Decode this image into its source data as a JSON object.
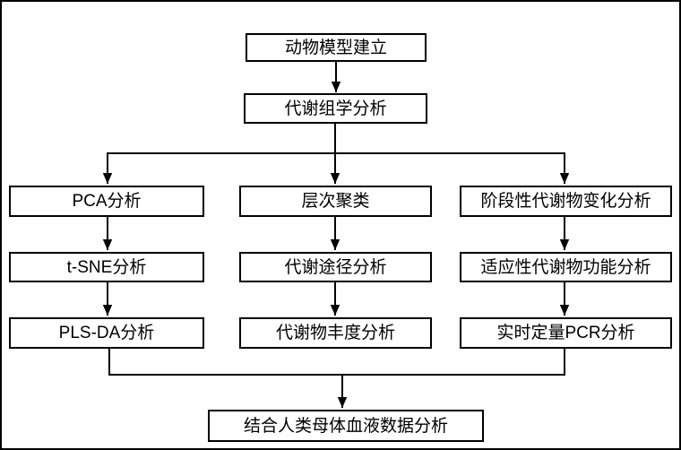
{
  "diagram_type": "flowchart",
  "nodes": {
    "animal_model": {
      "label": "动物模型建立"
    },
    "metabolomics": {
      "label": "代谢组学分析"
    },
    "pca": {
      "label": "PCA分析"
    },
    "tsne": {
      "label": "t-SNE分析"
    },
    "plsda": {
      "label": "PLS-DA分析"
    },
    "hier_cluster": {
      "label": "层次聚类"
    },
    "pathway": {
      "label": "代谢途径分析"
    },
    "abundance": {
      "label": "代谢物丰度分析"
    },
    "stage_change": {
      "label": "阶段性代谢物变化分析"
    },
    "adaptive_function": {
      "label": "适应性代谢物功能分析"
    },
    "qpcr": {
      "label": "实时定量PCR分析"
    },
    "combine_human": {
      "label": "结合人类母体血液数据分析"
    }
  },
  "edges": [
    {
      "from": "animal_model",
      "to": "metabolomics"
    },
    {
      "from": "metabolomics",
      "to": "pca"
    },
    {
      "from": "metabolomics",
      "to": "hier_cluster"
    },
    {
      "from": "metabolomics",
      "to": "stage_change"
    },
    {
      "from": "pca",
      "to": "tsne"
    },
    {
      "from": "tsne",
      "to": "plsda"
    },
    {
      "from": "hier_cluster",
      "to": "pathway"
    },
    {
      "from": "pathway",
      "to": "abundance"
    },
    {
      "from": "stage_change",
      "to": "adaptive_function"
    },
    {
      "from": "adaptive_function",
      "to": "qpcr"
    },
    {
      "from": "plsda",
      "to": "combine_human"
    },
    {
      "from": "qpcr",
      "to": "combine_human"
    }
  ],
  "colors": {
    "background": "#ffffff",
    "box_fill": "#ffffff",
    "box_border": "#000000",
    "line": "#000000",
    "text": "#000000"
  }
}
